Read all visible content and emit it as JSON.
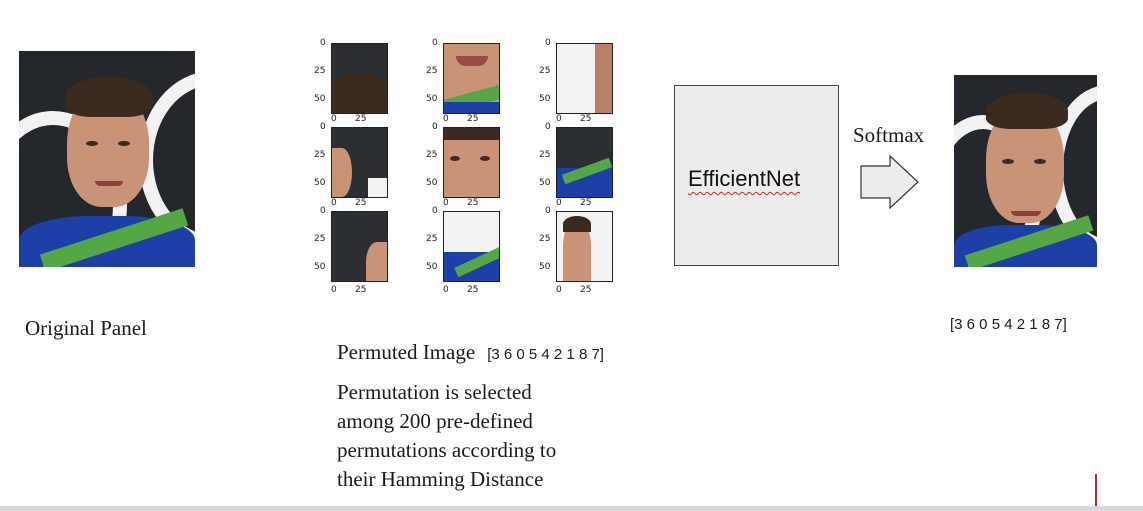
{
  "original_label": "Original Panel",
  "permuted_label": "Permuted Image",
  "permutation_inline": "[3 6 0 5 4 2 1 8 7]",
  "output_permutation": "[3 6 0 5 4 2 1 8 7]",
  "network_label": "EfficientNet",
  "arrow_label": "Softmax",
  "description_lines": [
    "Permutation is selected",
    "among 200 pre-defined",
    "permutations according to",
    "their Hamming Distance"
  ],
  "tile_y_ticks": [
    "0",
    "25",
    "50"
  ],
  "tile_x_ticks": [
    "0",
    "25"
  ]
}
